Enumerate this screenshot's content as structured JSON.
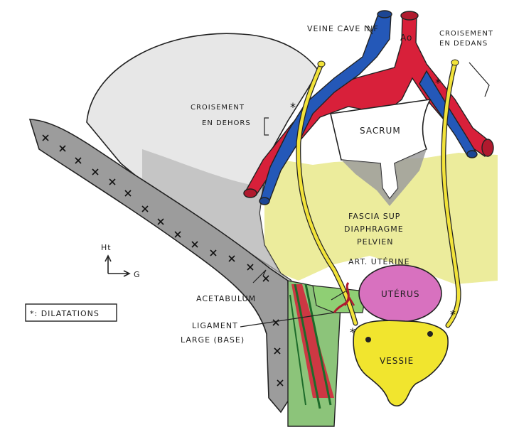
{
  "labels": {
    "veine_cave_inf": "VEINE CAVE INF",
    "aorta": "Ao",
    "croisement_dedans_1": "CROISEMENT",
    "croisement_dedans_2": "EN DEDANS",
    "croisement_dehors_1": "CROISEMENT",
    "croisement_dehors_2": "EN DEHORS",
    "sacrum": "SACRUM",
    "fascia_1": "FASCIA SUP",
    "fascia_2": "DIAPHRAGME",
    "fascia_3": "PELVIEN",
    "art_uterine": "ART. UTÉRINE",
    "uterus": "UTÉRUS",
    "vessie": "VESSIE",
    "acetabulum": "ACETABULUM",
    "ligament_1": "LIGAMENT",
    "ligament_2": "LARGE (BASE)",
    "legend": "*: DILATATIONS",
    "axis_up": "Ht",
    "axis_right": "G"
  },
  "colors": {
    "artery": "#d8203a",
    "vein": "#2458b8",
    "ureter": "#f2e33a",
    "pelvic_fascia": "#ecec9c",
    "bone_gray": "#a9a9a9",
    "uterus": "#d871bf",
    "bladder": "#f1e52e",
    "ligament_green": "#44a65a"
  }
}
